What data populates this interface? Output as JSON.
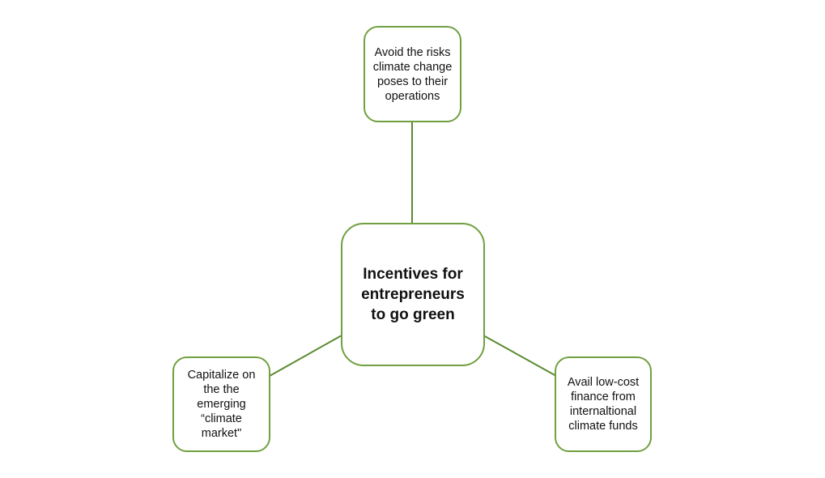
{
  "colors": {
    "border": "#70a040",
    "connector": "#5a8a30"
  },
  "center": {
    "label": "Incentives for entrepreneurs to go green"
  },
  "nodes": [
    {
      "label": "Avoid the risks climate change poses to their operations"
    },
    {
      "label": "Capitalize on the the emerging “climate market\""
    },
    {
      "label": "Avail low-cost finance from internaltional climate funds"
    }
  ]
}
